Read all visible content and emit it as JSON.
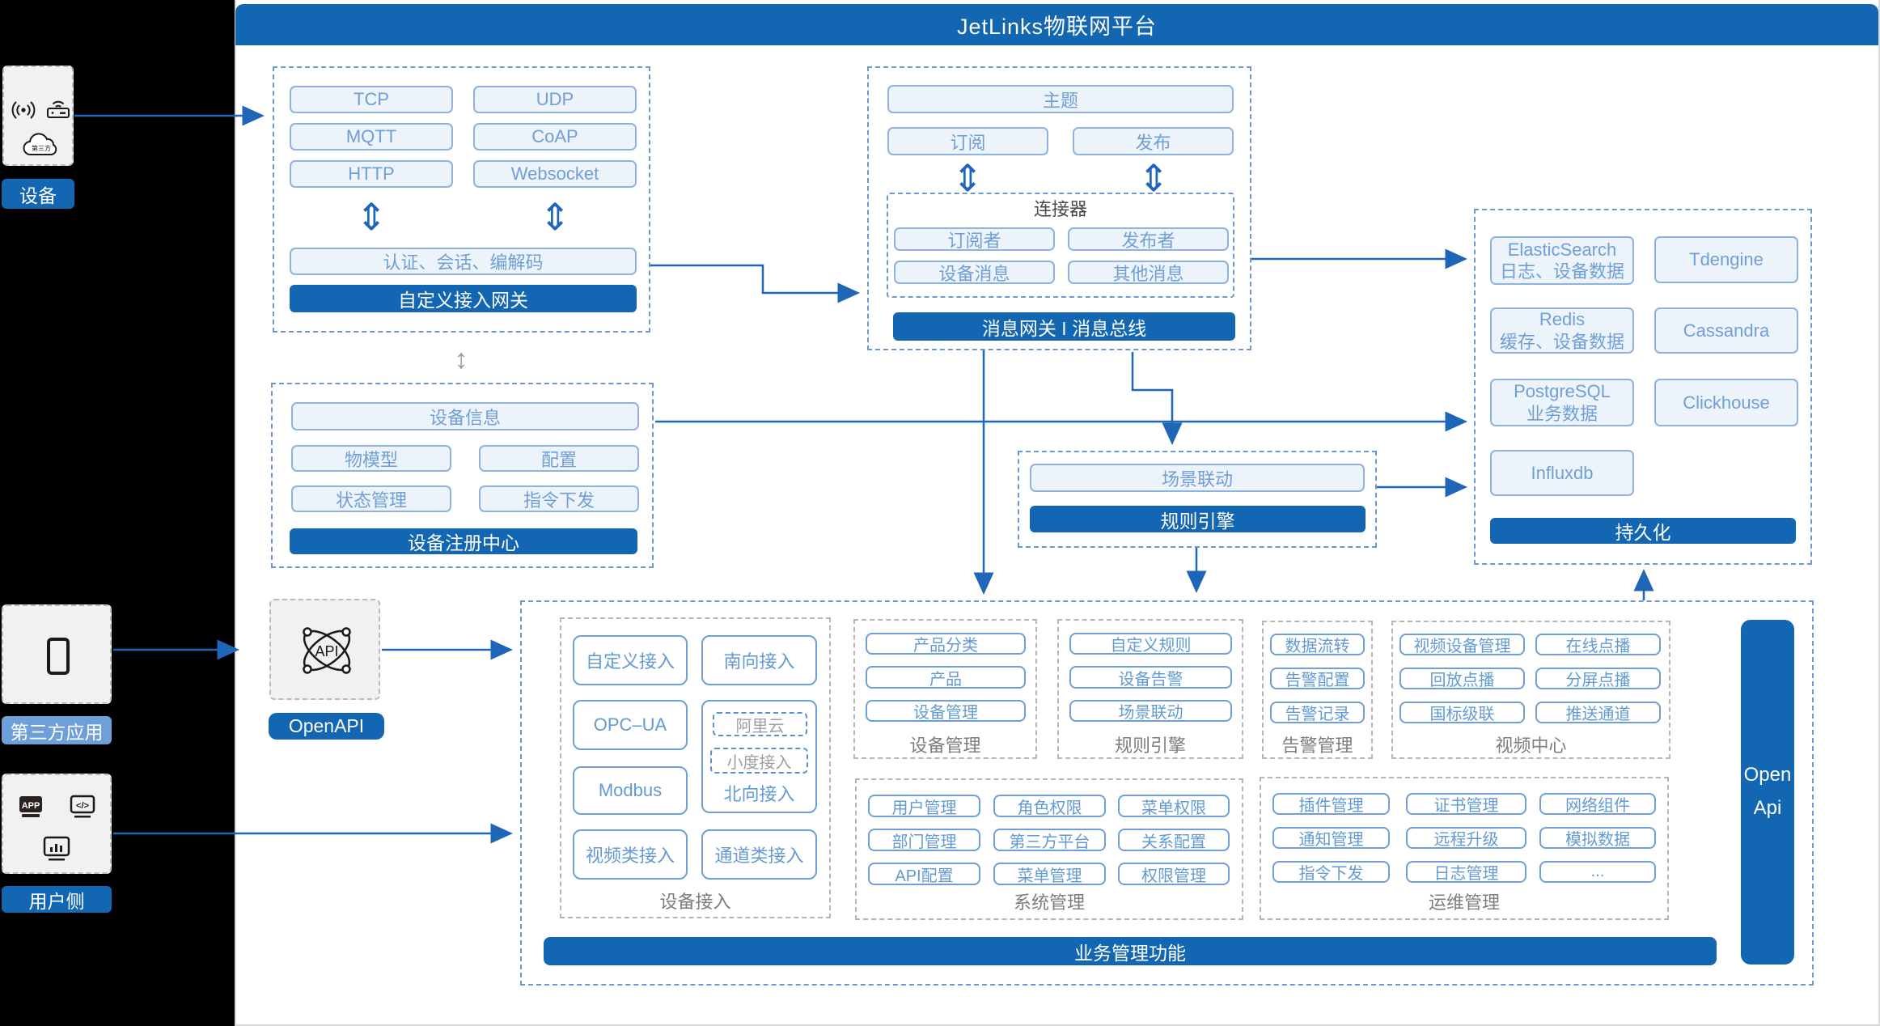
{
  "header": {
    "title": "JetLinks物联网平台"
  },
  "colors": {
    "primary": "#1266b2",
    "light_box_fill": "#edf3fa",
    "box_border": "#8fb2de",
    "box_text": "#6f9fd6",
    "dashed_blue": "#6b98ce",
    "dashed_gray": "#b5b5b5",
    "line": "#1f66b8",
    "third_party_label_bg": "#6f9fd8",
    "section_label": "#7d7d7d"
  },
  "sidebar": {
    "devices": {
      "label": "设备",
      "cloud_text": "第三方"
    },
    "third_party": {
      "label": "第三方应用"
    },
    "user": {
      "label": "用户侧",
      "app_text": "APP",
      "code_text": "</>"
    }
  },
  "gateway": {
    "protocols": [
      "TCP",
      "UDP",
      "MQTT",
      "CoAP",
      "HTTP",
      "Websocket"
    ],
    "auth": "认证、会话、编解码",
    "title": "自定义接入网关"
  },
  "message": {
    "topic": "主题",
    "subscribe": "订阅",
    "publish": "发布",
    "connector": {
      "title": "连接器",
      "subscriber": "订阅者",
      "publisher": "发布者",
      "device_msg": "设备消息",
      "other_msg": "其他消息"
    },
    "title": "消息网关 I 消息总线"
  },
  "registry": {
    "device_info": "设备信息",
    "items": [
      "物模型",
      "配置",
      "状态管理",
      "指令下发"
    ],
    "title": "设备注册中心"
  },
  "rule": {
    "scene": "场景联动",
    "title": "规则引擎"
  },
  "persistence": {
    "dbs": [
      {
        "name": "ElasticSearch",
        "sub": "日志、设备数据"
      },
      {
        "name": "Tdengine",
        "sub": ""
      },
      {
        "name": "Redis",
        "sub": "缓存、设备数据"
      },
      {
        "name": "Cassandra",
        "sub": ""
      },
      {
        "name": "PostgreSQL",
        "sub": "业务数据"
      },
      {
        "name": "Clickhouse",
        "sub": ""
      },
      {
        "name": "Influxdb",
        "sub": ""
      }
    ],
    "title": "持久化"
  },
  "openapi": {
    "icon_text": "API",
    "button": "OpenAPI"
  },
  "biz": {
    "device_access": {
      "label": "设备接入",
      "custom": "自定义接入",
      "south": "南向接入",
      "opcua": "OPC–UA",
      "aliyun": "阿里云",
      "xiaodu": "小度接入",
      "north": "北向接入",
      "modbus": "Modbus",
      "video": "视频类接入",
      "channel": "通道类接入"
    },
    "device_mgmt": {
      "label": "设备管理",
      "items": [
        "产品分类",
        "产品",
        "设备管理"
      ]
    },
    "rule_engine": {
      "label": "规则引擎",
      "items": [
        "自定义规则",
        "设备告警",
        "场景联动"
      ]
    },
    "alarm": {
      "label": "告警管理",
      "items": [
        "数据流转",
        "告警配置",
        "告警记录"
      ]
    },
    "video_center": {
      "label": "视频中心",
      "items": [
        "视频设备管理",
        "在线点播",
        "回放点播",
        "分屏点播",
        "国标级联",
        "推送通道"
      ]
    },
    "system": {
      "label": "系统管理",
      "items": [
        "用户管理",
        "角色权限",
        "菜单权限",
        "部门管理",
        "第三方平台",
        "关系配置",
        "API配置",
        "菜单管理",
        "权限管理"
      ]
    },
    "ops": {
      "label": "运维管理",
      "items": [
        "插件管理",
        "证书管理",
        "网络组件",
        "通知管理",
        "远程升级",
        "模拟数据",
        "指令下发",
        "日志管理",
        "..."
      ]
    },
    "open_api": {
      "line1": "Open",
      "line2": "Api"
    },
    "title": "业务管理功能"
  }
}
